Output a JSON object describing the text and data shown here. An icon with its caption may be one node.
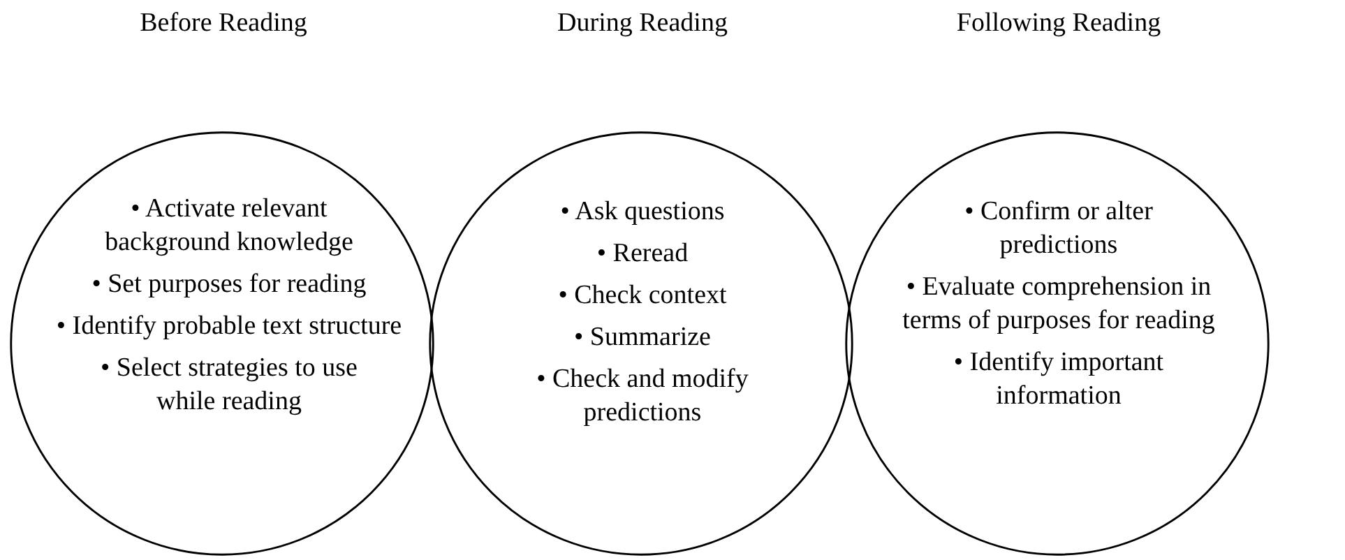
{
  "diagram": {
    "nodes": [
      {
        "text": [
          "Before Reading",
          "• Activate relevant background knowledge",
          "• Set purposes for reading",
          "• Identify probable text structure",
          "• Select strategies to use while reading"
        ]
      },
      {
        "text": [
          "During Reading",
          "• Ask questions",
          "• Reread",
          "• Check context",
          "• Summarize",
          "• Check and modify predictions"
        ]
      },
      {
        "text": [
          "Following Reading",
          "• Confirm or alter predictions",
          "• Evaluate comprehension in terms of purposes for reading",
          "• Identify important information"
        ]
      }
    ]
  }
}
